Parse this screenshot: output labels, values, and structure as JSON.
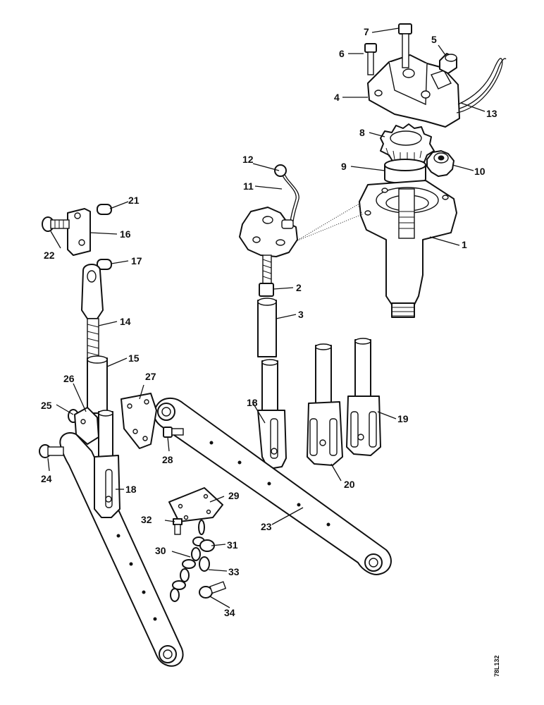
{
  "diagram": {
    "reference_code": "78L132",
    "callouts": [
      {
        "id": "1",
        "label": "1"
      },
      {
        "id": "2",
        "label": "2"
      },
      {
        "id": "3",
        "label": "3"
      },
      {
        "id": "4",
        "label": "4"
      },
      {
        "id": "5",
        "label": "5"
      },
      {
        "id": "6",
        "label": "6"
      },
      {
        "id": "7",
        "label": "7"
      },
      {
        "id": "8",
        "label": "8"
      },
      {
        "id": "9",
        "label": "9"
      },
      {
        "id": "10",
        "label": "10"
      },
      {
        "id": "11",
        "label": "11"
      },
      {
        "id": "12",
        "label": "12"
      },
      {
        "id": "13",
        "label": "13"
      },
      {
        "id": "14",
        "label": "14"
      },
      {
        "id": "15",
        "label": "15"
      },
      {
        "id": "16",
        "label": "16"
      },
      {
        "id": "17",
        "label": "17"
      },
      {
        "id": "18a",
        "label": "18"
      },
      {
        "id": "18b",
        "label": "18"
      },
      {
        "id": "19",
        "label": "19"
      },
      {
        "id": "20",
        "label": "20"
      },
      {
        "id": "21",
        "label": "21"
      },
      {
        "id": "22",
        "label": "22"
      },
      {
        "id": "23",
        "label": "23"
      },
      {
        "id": "24",
        "label": "24"
      },
      {
        "id": "25",
        "label": "25"
      },
      {
        "id": "26",
        "label": "26"
      },
      {
        "id": "27",
        "label": "27"
      },
      {
        "id": "28",
        "label": "28"
      },
      {
        "id": "29",
        "label": "29"
      },
      {
        "id": "30",
        "label": "30"
      },
      {
        "id": "31",
        "label": "31"
      },
      {
        "id": "32",
        "label": "32"
      },
      {
        "id": "33",
        "label": "33"
      },
      {
        "id": "34",
        "label": "34"
      }
    ]
  }
}
